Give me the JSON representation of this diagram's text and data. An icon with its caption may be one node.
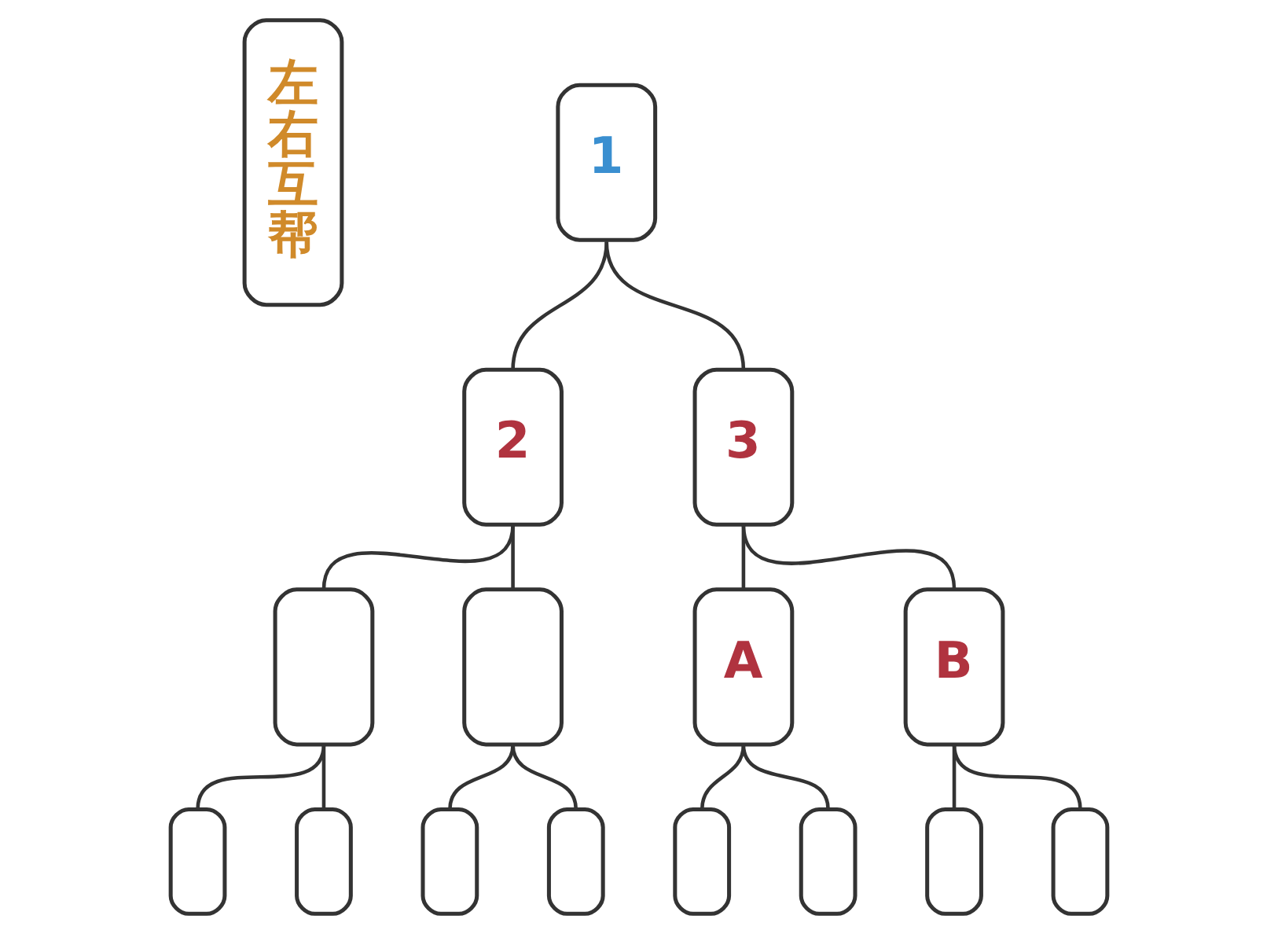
{
  "diagram": {
    "nodes": [
      {
        "text": [
          "左右互帮"
        ]
      },
      {
        "text": [
          "1"
        ]
      },
      {
        "text": [
          "2"
        ]
      },
      {
        "text": [
          "3"
        ]
      },
      {
        "text": [],
        "shape": "box"
      },
      {
        "text": [],
        "shape": "box"
      },
      {
        "text": [
          "A"
        ]
      },
      {
        "text": [
          "B"
        ]
      },
      {
        "text": [],
        "shape": "box"
      },
      {
        "text": [],
        "shape": "box"
      },
      {
        "text": [],
        "shape": "box"
      },
      {
        "text": [],
        "shape": "box"
      },
      {
        "text": [],
        "shape": "box"
      },
      {
        "text": [],
        "shape": "box"
      },
      {
        "text": [],
        "shape": "box"
      },
      {
        "text": [],
        "shape": "box"
      }
    ],
    "edges": [
      {
        "from": 1,
        "to": 2,
        "arrow": "none"
      },
      {
        "from": 1,
        "to": 3,
        "arrow": "none"
      },
      {
        "from": 2,
        "to": 4,
        "arrow": "none"
      },
      {
        "from": 2,
        "to": 5,
        "arrow": "none"
      },
      {
        "from": 3,
        "to": 6,
        "arrow": "none"
      },
      {
        "from": 3,
        "to": 7,
        "arrow": "none"
      },
      {
        "from": 4,
        "to": 8,
        "arrow": "none"
      },
      {
        "from": 4,
        "to": 9,
        "arrow": "none"
      },
      {
        "from": 5,
        "to": 10,
        "arrow": "none"
      },
      {
        "from": 5,
        "to": 11,
        "arrow": "none"
      },
      {
        "from": 6,
        "to": 12,
        "arrow": "none"
      },
      {
        "from": 6,
        "to": 13,
        "arrow": "none"
      },
      {
        "from": 7,
        "to": 14,
        "arrow": "none"
      },
      {
        "from": 7,
        "to": 15,
        "arrow": "none"
      }
    ]
  }
}
